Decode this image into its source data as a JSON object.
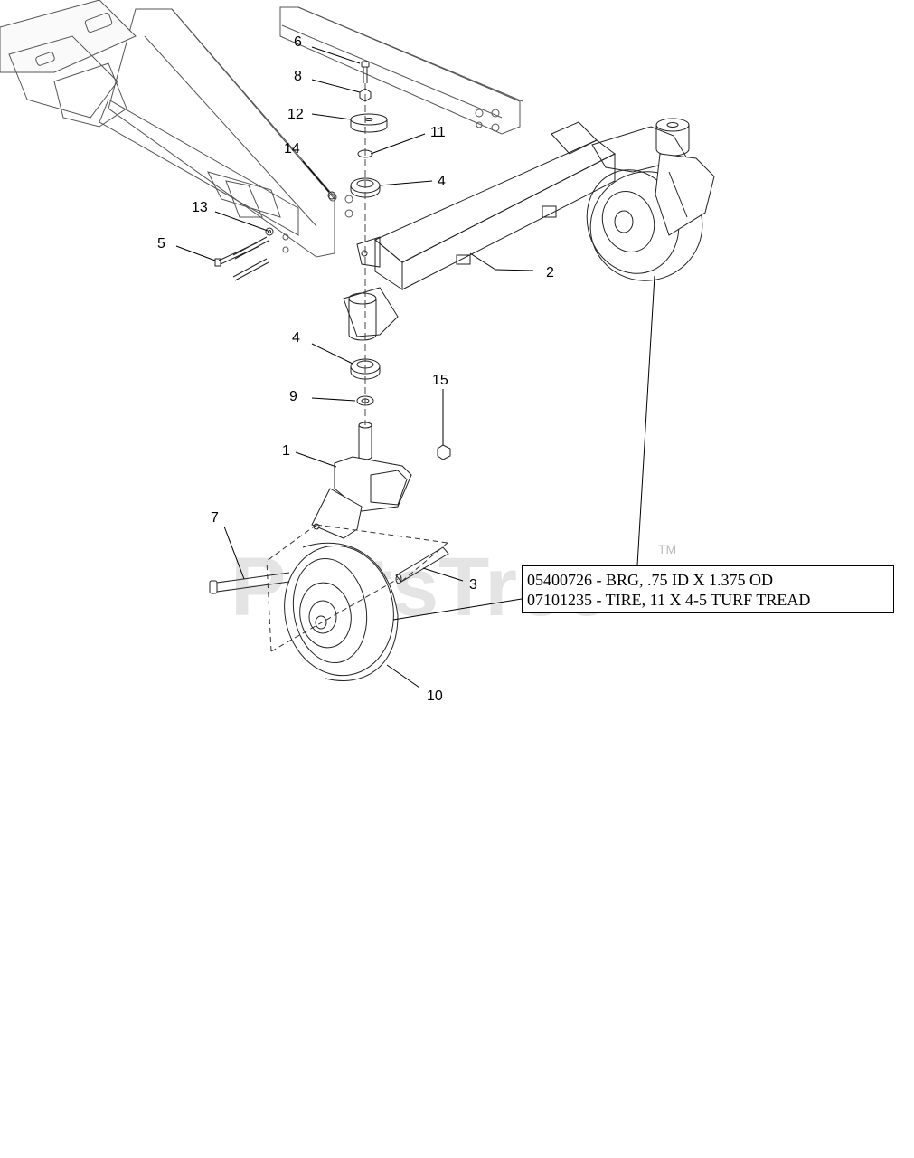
{
  "watermark": {
    "text": "PartsTree",
    "tm": "TM"
  },
  "callouts": {
    "c1": "1",
    "c2": "2",
    "c3": "3",
    "c4a": "4",
    "c4b": "4",
    "c5": "5",
    "c6": "6",
    "c7": "7",
    "c8": "8",
    "c9": "9",
    "c10": "10",
    "c11": "11",
    "c12": "12",
    "c13": "13",
    "c14": "14",
    "c15": "15"
  },
  "notes": {
    "line1": "05400726 - BRG, .75 ID X 1.375 OD",
    "line2": "07101235 - TIRE, 11 X 4-5 TURF TREAD"
  }
}
